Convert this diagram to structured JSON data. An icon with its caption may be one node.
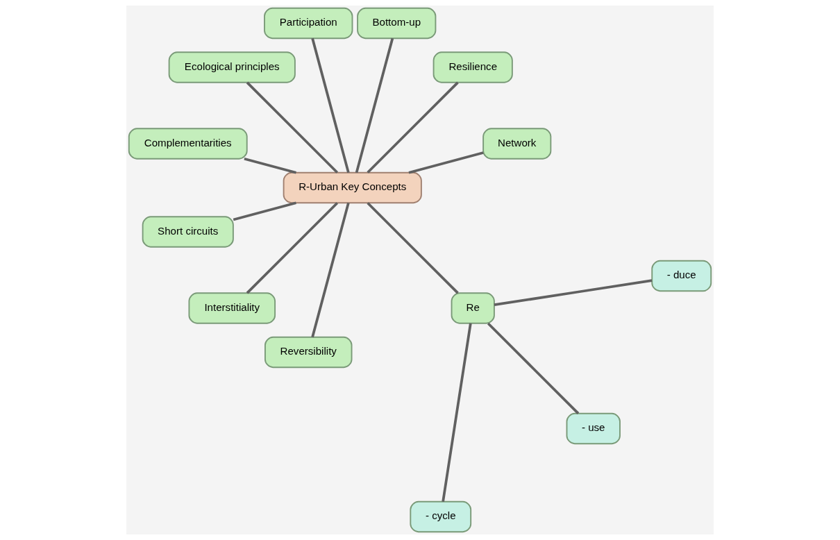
{
  "diagram": {
    "nodes": [
      {
        "text": [
          "R-Urban Key Concepts"
        ]
      },
      {
        "text": [
          "Network"
        ]
      },
      {
        "text": [
          "Resilience"
        ]
      },
      {
        "text": [
          "Bottom-up"
        ]
      },
      {
        "text": [
          "Participation"
        ]
      },
      {
        "text": [
          "Ecological principles"
        ]
      },
      {
        "text": [
          "Complementarities"
        ]
      },
      {
        "text": [
          "Short circuits"
        ]
      },
      {
        "text": [
          "Interstitiality"
        ]
      },
      {
        "text": [
          "Reversibility"
        ]
      },
      {
        "text": [
          "Re"
        ]
      },
      {
        "text": [
          "- cycle"
        ]
      },
      {
        "text": [
          "- use"
        ]
      },
      {
        "text": [
          "- duce"
        ]
      }
    ],
    "edges": [
      {
        "from": 0,
        "to": 1,
        "arrow": "none"
      },
      {
        "from": 0,
        "to": 2,
        "arrow": "none"
      },
      {
        "from": 0,
        "to": 3,
        "arrow": "none"
      },
      {
        "from": 0,
        "to": 4,
        "arrow": "none"
      },
      {
        "from": 0,
        "to": 5,
        "arrow": "none"
      },
      {
        "from": 0,
        "to": 6,
        "arrow": "none"
      },
      {
        "from": 0,
        "to": 7,
        "arrow": "none"
      },
      {
        "from": 0,
        "to": 8,
        "arrow": "none"
      },
      {
        "from": 0,
        "to": 9,
        "arrow": "none"
      },
      {
        "from": 0,
        "to": 10,
        "arrow": "none"
      },
      {
        "from": 10,
        "to": 11,
        "arrow": "none"
      },
      {
        "from": 10,
        "to": 12,
        "arrow": "none"
      },
      {
        "from": 10,
        "to": 13,
        "arrow": "none"
      }
    ]
  }
}
